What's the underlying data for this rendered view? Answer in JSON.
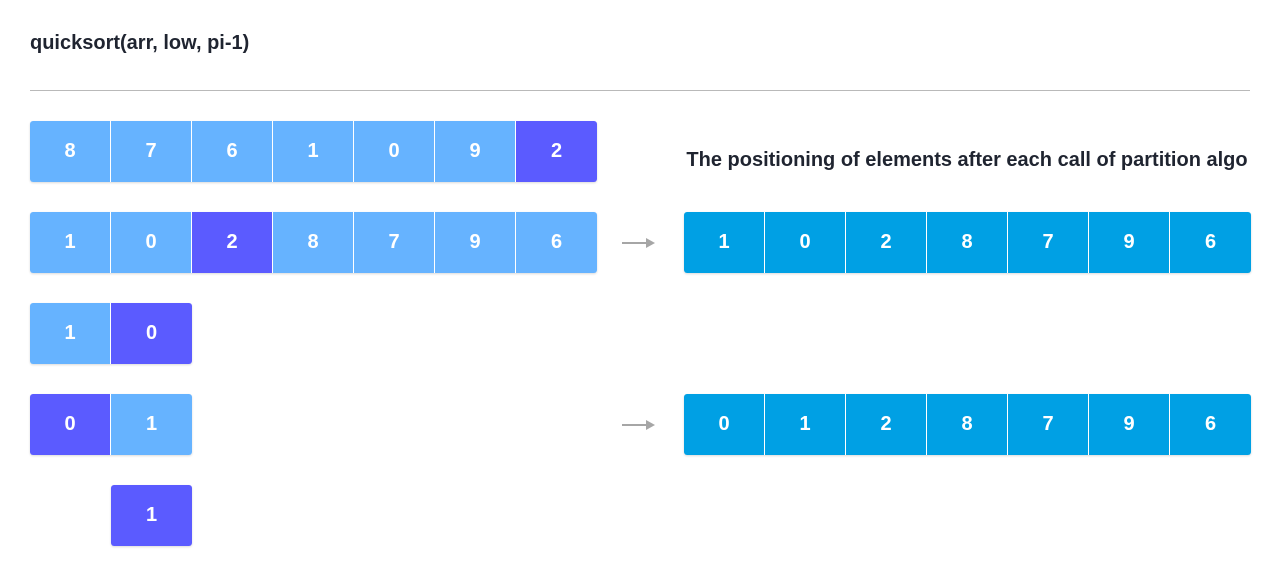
{
  "title": "quicksort(arr, low, pi-1)",
  "caption": "The positioning of elements after each call of partition algo",
  "colors": {
    "light": "#66b3ff",
    "pivot": "#5b5bff",
    "result": "#00a0e4",
    "arrow": "#a6a6a6"
  },
  "left_rows": [
    {
      "values": [
        "8",
        "7",
        "6",
        "1",
        "0",
        "9",
        "2"
      ],
      "pivots": [
        6
      ],
      "offset": 0
    },
    {
      "values": [
        "1",
        "0",
        "2",
        "8",
        "7",
        "9",
        "6"
      ],
      "pivots": [
        2
      ],
      "offset": 0
    },
    {
      "values": [
        "1",
        "0"
      ],
      "pivots": [
        1
      ],
      "offset": 0
    },
    {
      "values": [
        "0",
        "1"
      ],
      "pivots": [
        0
      ],
      "offset": 0
    },
    {
      "values": [
        "1"
      ],
      "pivots": [
        0
      ],
      "offset": 1
    }
  ],
  "right_rows": [
    {
      "values": [
        "1",
        "0",
        "2",
        "8",
        "7",
        "9",
        "6"
      ],
      "row": 1
    },
    {
      "values": [
        "0",
        "1",
        "2",
        "8",
        "7",
        "9",
        "6"
      ],
      "row": 3
    }
  ],
  "arrows": [
    {
      "row": 1
    },
    {
      "row": 3
    }
  ]
}
